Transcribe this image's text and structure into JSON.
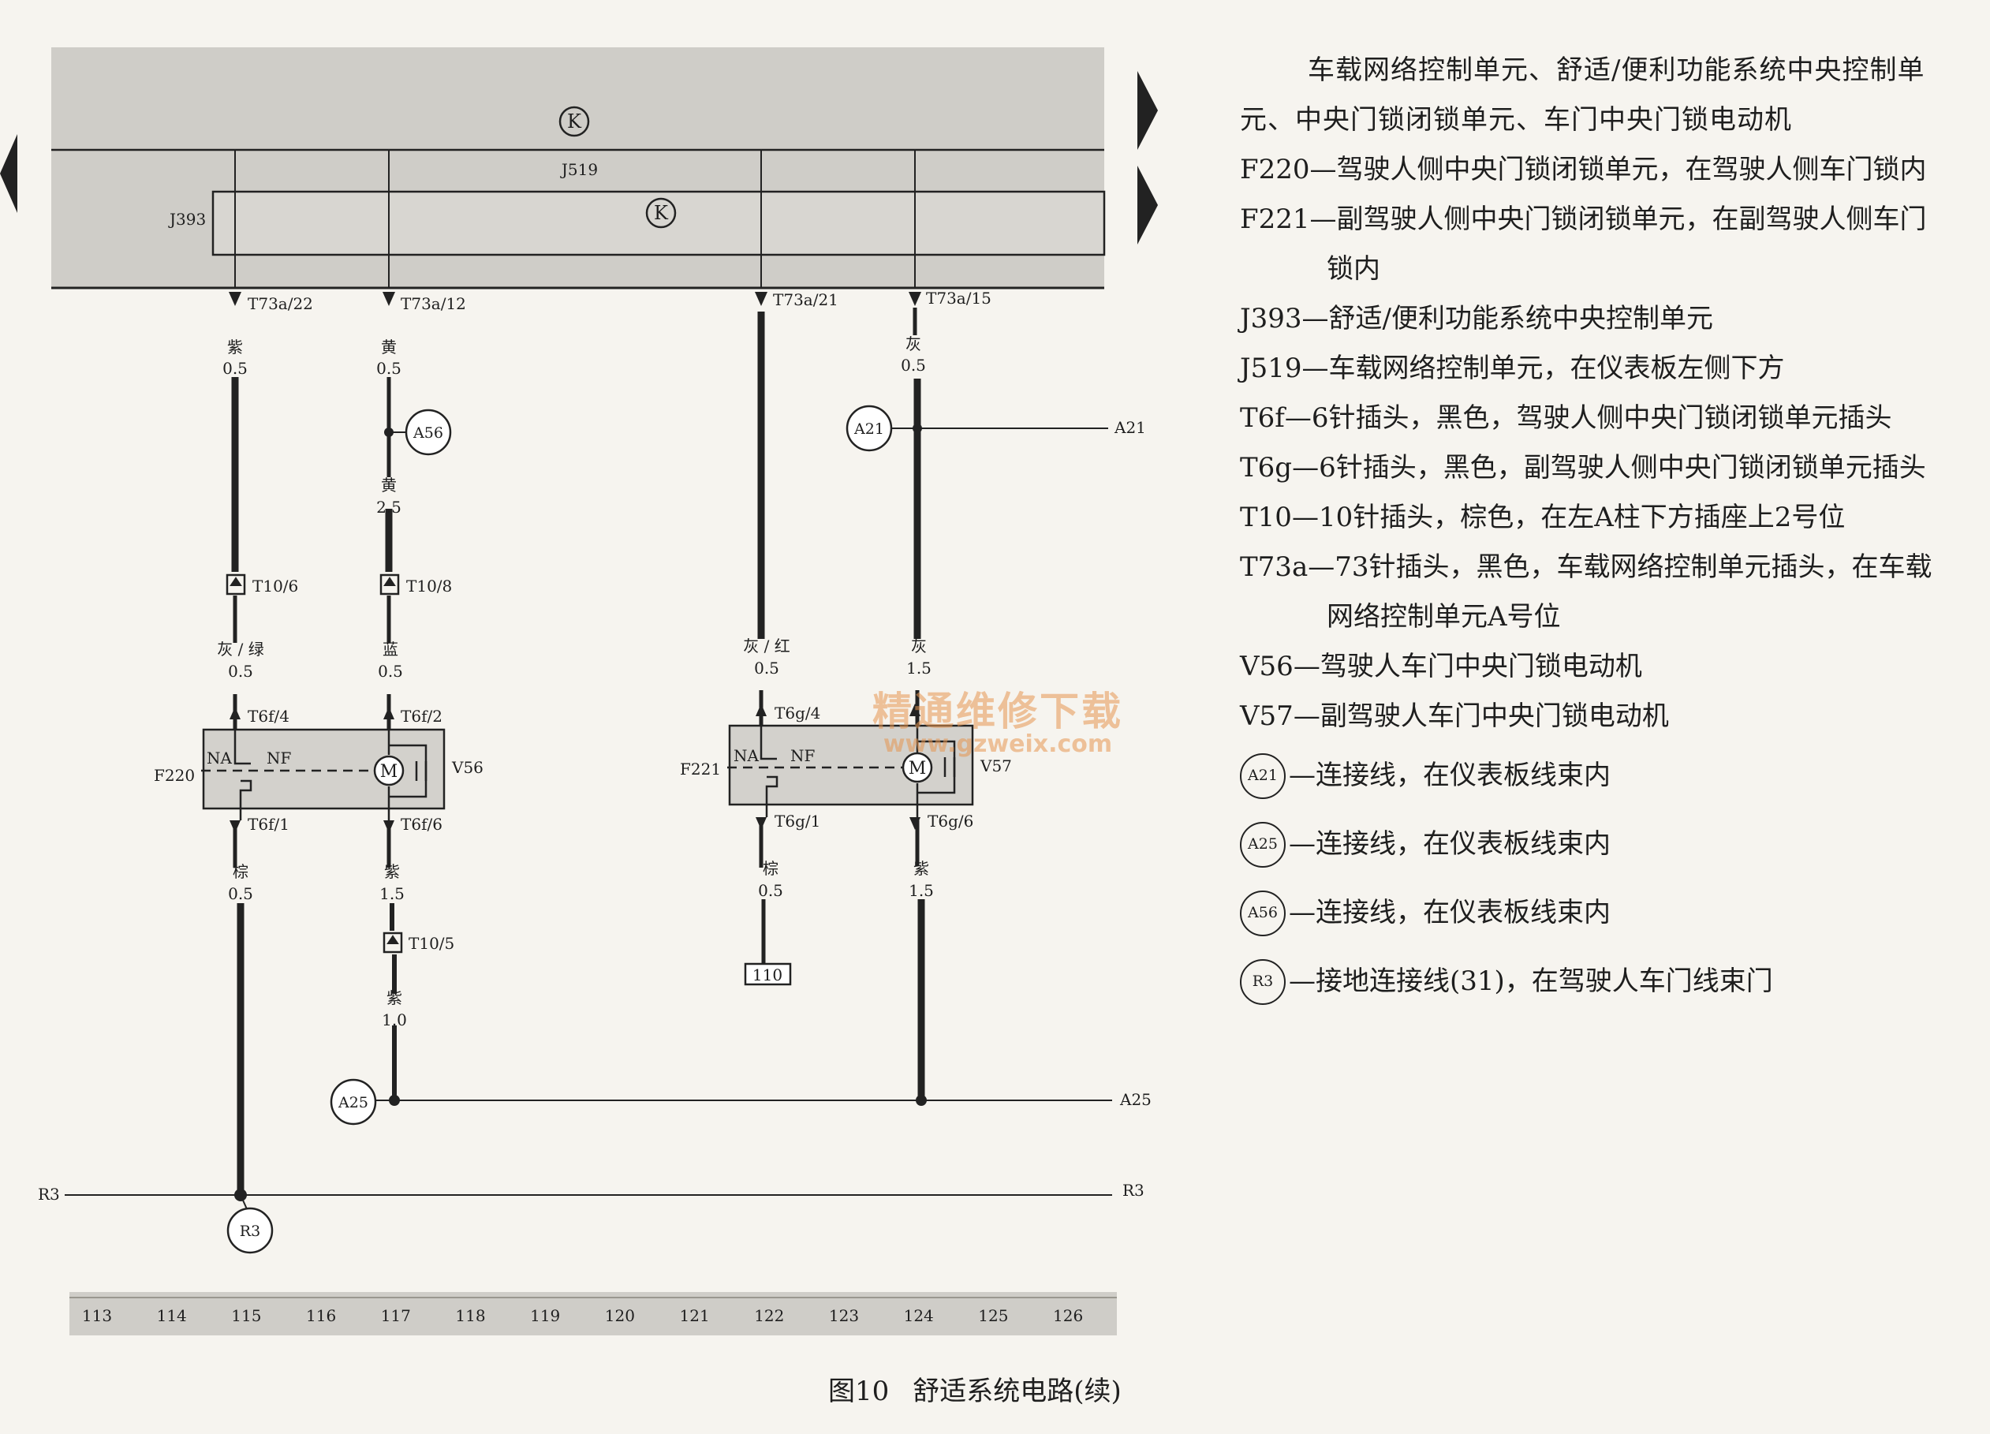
{
  "diagram": {
    "top_symbol": "K",
    "module_j519": "J519",
    "module_j393": "J393",
    "inner_symbol": "K",
    "pins": [
      "T73a/22",
      "T73a/12",
      "T73a/21",
      "T73a/15"
    ],
    "wires": {
      "w1_color": "紫",
      "w1_size": "0.5",
      "w2_color": "黄",
      "w2_size": "0.5",
      "w2b_color": "黄",
      "w2b_size": "2.5",
      "w4_color": "灰",
      "w4_size": "0.5",
      "w1b_color": "灰 / 绿",
      "w1b_size": "0.5",
      "w2c_color": "蓝",
      "w2c_size": "0.5",
      "w3_color": "灰 / 红",
      "w3_size": "0.5",
      "w4b_color": "灰",
      "w4b_size": "1.5",
      "w1c_color": "棕",
      "w1c_size": "0.5",
      "w2d_color": "紫",
      "w2d_size": "1.5",
      "w3c_color": "棕",
      "w3c_size": "0.5",
      "w4c_color": "紫",
      "w4c_size": "1.5",
      "w2e_color": "紫",
      "w2e_size": "1.0"
    },
    "connectors": {
      "t10_6": "T10/6",
      "t10_8": "T10/8",
      "t10_5": "T10/5",
      "t6f_4": "T6f/4",
      "t6f_2": "T6f/2",
      "t6f_1": "T6f/1",
      "t6f_6": "T6f/6",
      "t6g_4": "T6g/4",
      "t6g_1": "T6g/1",
      "t6g_6": "T6g/6"
    },
    "components": {
      "f220": "F220",
      "v56": "V56",
      "f221": "F221",
      "v57": "V57",
      "na": "NA",
      "nf": "NF",
      "motor": "M"
    },
    "junctions": {
      "a56": "A56",
      "a21": "A21",
      "a21_edge": "A21",
      "a25": "A25",
      "a25_edge": "A25",
      "r3": "R3",
      "r3_left": "R3",
      "r3_right": "R3"
    },
    "ref_box": "110",
    "columns": [
      "113",
      "114",
      "115",
      "116",
      "117",
      "118",
      "119",
      "120",
      "121",
      "122",
      "123",
      "124",
      "125",
      "126"
    ]
  },
  "legend": {
    "title": "车载网络控制单元、舒适/便利功能系统中央控制单元、中央门锁闭锁单元、车门中央门锁电动机",
    "items": [
      "F220—驾驶人侧中央门锁闭锁单元，在驾驶人侧车门锁内",
      "F221—副驾驶人侧中央门锁闭锁单元，在副驾驶人侧车门锁内",
      "J393—舒适/便利功能系统中央控制单元",
      "J519—车载网络控制单元，在仪表板左侧下方",
      "T6f—6针插头，黑色，驾驶人侧中央门锁闭锁单元插头",
      "T6g—6针插头，黑色，副驾驶人侧中央门锁闭锁单元插头",
      "T10—10针插头，棕色，在左A柱下方插座上2号位",
      "T73a—73针插头，黑色，车载网络控制单元插头，在车载网络控制单元A号位",
      "V56—驾驶人车门中央门锁电动机",
      "V57—副驾驶人车门中央门锁电动机"
    ],
    "circled": [
      {
        "badge": "A21",
        "text": "—连接线，在仪表板线束内"
      },
      {
        "badge": "A25",
        "text": "—连接线，在仪表板线束内"
      },
      {
        "badge": "A56",
        "text": "—连接线，在仪表板线束内"
      },
      {
        "badge": "R3",
        "text": "—接地连接线(31)，在驾驶人车门线束门"
      }
    ]
  },
  "caption": {
    "figure": "图10",
    "title": "舒适系统电路(续)"
  },
  "watermark": {
    "line1": "精通维修下载",
    "line2": "www.gzweix.com"
  }
}
